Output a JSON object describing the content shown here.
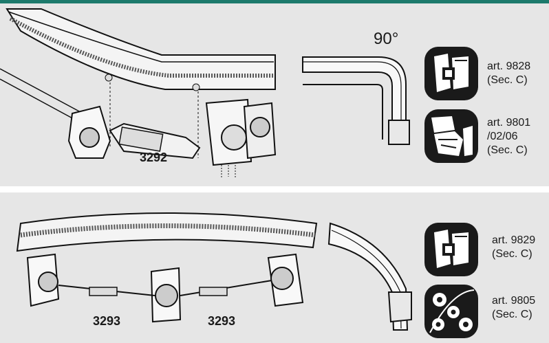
{
  "top": {
    "angle_label": "90°",
    "product_code": "3292",
    "refs": [
      {
        "art": "art. 9828",
        "sec": "(Sec. C)",
        "icon": "bracket-icon"
      },
      {
        "art": "art. 9801",
        "art2": "/02/06",
        "sec": "(Sec. C)",
        "icon": "corner-bend-icon"
      }
    ]
  },
  "bottom": {
    "product_codes": [
      "3293",
      "3293"
    ],
    "refs": [
      {
        "art": "art. 9829",
        "sec": "(Sec. C)",
        "icon": "bracket-icon"
      },
      {
        "art": "art. 9805",
        "sec": "(Sec. C)",
        "icon": "runners-icon"
      }
    ]
  },
  "colors": {
    "accent": "#1d7a6c",
    "panel": "#e6e6e6",
    "badge": "#1a1a1a"
  }
}
